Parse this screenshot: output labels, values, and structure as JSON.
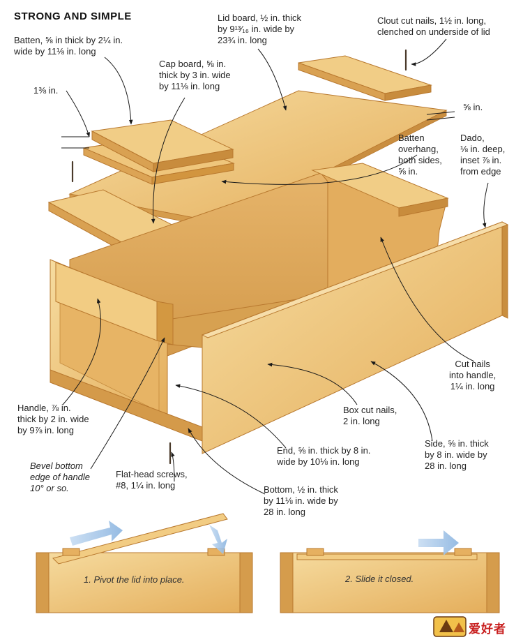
{
  "title": "STRONG AND SIMPLE",
  "labels": {
    "batten": "Batten, ⅝ in thick by 2¼ in.\nwide by 11⅛ in. long",
    "lid_board": "Lid board, ½ in. thick\nby 9¹³⁄₁₆ in. wide by\n23¾ in. long",
    "clout_nails": "Clout cut nails, 1½ in. long,\nclenched on underside of lid",
    "dim_138": "1⅜ in.",
    "cap_board": "Cap board, ⅝ in.\nthick by 3 in. wide\nby 11⅛ in. long",
    "dim_58": "⅝ in.",
    "batten_overhang": "Batten\noverhang,\nboth sides,\n⅝ in.",
    "dado": "Dado,\n⅛ in. deep,\ninset ⅞ in.\nfrom edge",
    "cut_nails_handle": "Cut nails\ninto handle,\n1¼ in. long",
    "box_cut_nails": "Box cut nails,\n2 in. long",
    "handle": "Handle, ⅞ in.\nthick by 2 in. wide\nby 9⅞ in. long",
    "end": "End, ⅝ in. thick by 8 in.\nwide by 10⅛ in. long",
    "side": "Side, ⅝ in. thick\nby 8 in. wide by\n28 in. long",
    "bevel": "Bevel bottom\nedge of handle\n10° or so.",
    "flat_head": "Flat-head screws,\n#8, 1¼ in. long",
    "bottom": "Bottom, ½ in. thick\nby 11⅛ in. wide by\n28 in. long"
  },
  "steps": {
    "pivot": "1. Pivot the lid into place.",
    "slide": "2. Slide it closed."
  },
  "watermark": "爱好者",
  "colors": {
    "wood_light": "#f3d490",
    "wood_mid": "#e8b966",
    "wood_dark": "#cf9443",
    "wood_edge": "#b8782e",
    "arrow_blue": "#9cc0e6",
    "leader": "#1a1a1a"
  }
}
